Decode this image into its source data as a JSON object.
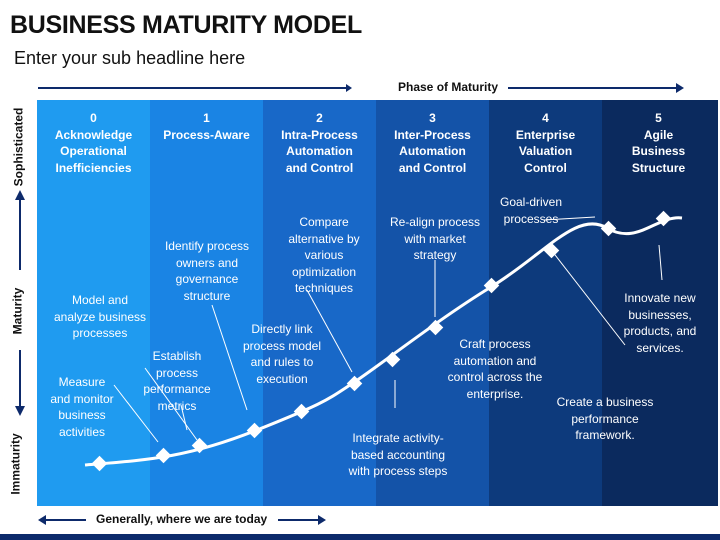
{
  "title": "BUSINESS MATURITY MODEL",
  "subtitle": "Enter your sub headline here",
  "phase_label": "Phase of Maturity",
  "y_axis": {
    "top_label": "Sophisticated",
    "middle_label": "Maturity",
    "bottom_label": "Immaturity"
  },
  "footer_label": "Generally, where we are today",
  "colors": {
    "col0": "#1f9bf0",
    "col1": "#1a84e4",
    "col2": "#1868c8",
    "col3": "#1453a8",
    "col4": "#0d3a7c",
    "col5": "#0b2a5e",
    "curve": "#ffffff",
    "arrow": "#0d2a6b",
    "bottom_band": "#0d2a6b"
  },
  "columns": [
    {
      "num": "0",
      "title": "Acknowledge\nOperational\nInefficiencies"
    },
    {
      "num": "1",
      "title": "Process-Aware"
    },
    {
      "num": "2",
      "title": "Intra-Process\nAutomation\nand Control"
    },
    {
      "num": "3",
      "title": "Inter-Process\nAutomation\nand Control"
    },
    {
      "num": "4",
      "title": "Enterprise\nValuation\nControl"
    },
    {
      "num": "5",
      "title": "Agile\nBusiness\nStructure"
    }
  ],
  "annotations": [
    {
      "text": "Model and\nanalyze business\nprocesses"
    },
    {
      "text": "Measure\nand monitor\nbusiness\nactivities"
    },
    {
      "text": "Establish\nprocess\nperformance\nmetrics"
    },
    {
      "text": "Identify process\nowners and\ngovernance\nstructure"
    },
    {
      "text": "Directly link\nprocess model\nand rules to\nexecution"
    },
    {
      "text": "Compare\nalternative by\nvarious\noptimization\ntechniques"
    },
    {
      "text": "Integrate activity-\nbased accounting\nwith process steps"
    },
    {
      "text": "Re-align process\nwith market\nstrategy"
    },
    {
      "text": "Craft process\nautomation and\ncontrol across the\nenterprise."
    },
    {
      "text": "Goal-driven\nprocesses"
    },
    {
      "text": "Create a business\nperformance\nframework."
    },
    {
      "text": "Innovate new\nbusinesses,\nproducts, and\nservices."
    }
  ]
}
